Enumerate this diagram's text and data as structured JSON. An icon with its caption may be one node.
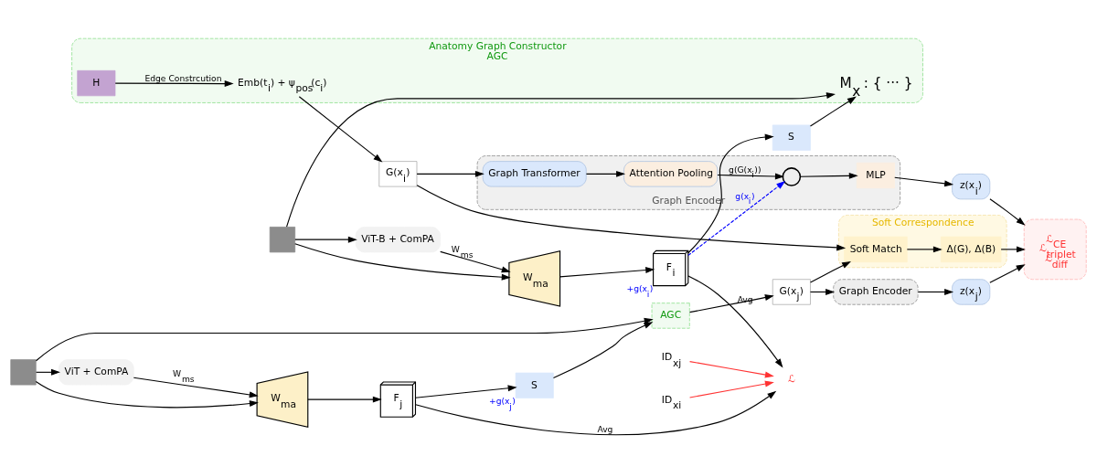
{
  "diagram": {
    "nodes": [
      {
        "text": [],
        "shape": "box"
      },
      {
        "text": [
          "W$_{ma}$"
        ]
      },
      {
        "text": [
          "F$_{i}$"
        ],
        "beside": [
          "+g(x$_{i}$)"
        ]
      },
      {
        "text": [
          "ViT-B + ComPA"
        ]
      },
      {
        "text": [
          "S"
        ]
      },
      {
        "text": [
          "Anatomy Graph Constructor",
          "AGC"
        ]
      },
      {
        "text": [
          "M$_{x}$ : { ··· }"
        ],
        "in": 5
      },
      {
        "text": [
          "H"
        ],
        "in": 5
      },
      {
        "text": [
          "Emb(t$_{i}$) + ψ$_{pos}$(c$_{i}$)"
        ],
        "in": 5
      },
      {
        "text": [
          "G(x$_{i}$)"
        ]
      },
      {
        "text": [
          "Graph Encoder"
        ]
      },
      {
        "text": [
          "MLP"
        ],
        "in": 10
      },
      {
        "text": [],
        "shape": "circle",
        "in": 10
      },
      {
        "text": [
          "Attention Pooling"
        ],
        "in": 10
      },
      {
        "text": [
          "Graph Transformer"
        ],
        "in": 10
      },
      {
        "text": [
          "z(x$_{i}$)"
        ]
      },
      {
        "text": [
          "ℒ$_{CE}$",
          "ℒ$_{triplet}$",
          "ℒ$_{diff}$"
        ]
      },
      {
        "text": [
          "ℒ"
        ]
      },
      {
        "text": [
          "ID$_{xi}$"
        ]
      },
      {
        "text": [
          "ID$_{xj}$"
        ]
      },
      {
        "text": [],
        "shape": "box"
      },
      {
        "text": [
          "ViT + ComPA"
        ]
      },
      {
        "text": [
          "W$_{ma}$"
        ]
      },
      {
        "text": [
          "F$_{j}$"
        ]
      },
      {
        "text": [
          "S"
        ],
        "beside": [
          "+g(x$_{j}$)"
        ]
      },
      {
        "text": [
          "AGC"
        ]
      },
      {
        "text": [
          "G(x$_{j}$)"
        ]
      },
      {
        "text": [
          "Soft Correspondence"
        ]
      },
      {
        "text": [
          "Soft Match"
        ],
        "in": 27
      },
      {
        "text": [
          "Δ(G), Δ(B)"
        ],
        "in": 27
      },
      {
        "text": [
          "Graph Encoder"
        ]
      },
      {
        "text": [
          "z(x$_{j}$)"
        ]
      }
    ],
    "edges": [
      {
        "from": 0,
        "to": 1,
        "arrow": "to"
      },
      {
        "from": 0,
        "to": 3,
        "arrow": "to"
      },
      {
        "from": 0,
        "to": 6,
        "arrow": "to"
      },
      {
        "from": 3,
        "to": 1,
        "arrow": "to",
        "label": "W$_{ms}$"
      },
      {
        "from": 1,
        "to": 2,
        "arrow": "to"
      },
      {
        "from": 2,
        "to": 4,
        "arrow": "to"
      },
      {
        "from": 2,
        "to": 17,
        "arrow": "to",
        "label": "Avg"
      },
      {
        "from": 2,
        "to": 12,
        "arrow": "to",
        "label": "g(x$_{i}$)",
        "style": "dashed",
        "color": "#0000ff"
      },
      {
        "from": 4,
        "to": 6,
        "arrow": "to"
      },
      {
        "from": 7,
        "to": 8,
        "arrow": "to",
        "label": "Edge Constrcution"
      },
      {
        "from": 8,
        "to": 9,
        "arrow": "to"
      },
      {
        "from": 9,
        "to": 14,
        "arrow": "to"
      },
      {
        "from": 14,
        "to": 13,
        "arrow": "to"
      },
      {
        "from": 13,
        "to": 12,
        "arrow": "to",
        "label": "g(G(x$_{i}$))"
      },
      {
        "from": 12,
        "to": 11,
        "arrow": "to"
      },
      {
        "from": 11,
        "to": 15,
        "arrow": "to"
      },
      {
        "from": 15,
        "to": 16,
        "arrow": "to"
      },
      {
        "from": 18,
        "to": 17,
        "arrow": "to",
        "color": "#ff3333"
      },
      {
        "from": 19,
        "to": 17,
        "arrow": "to",
        "color": "#ff3333"
      },
      {
        "from": 20,
        "to": 21,
        "arrow": "to"
      },
      {
        "from": 20,
        "to": 22,
        "arrow": "to"
      },
      {
        "from": 21,
        "to": 22,
        "arrow": "to",
        "label": "W$_{ms}$"
      },
      {
        "from": 22,
        "to": 23,
        "arrow": "to"
      },
      {
        "from": 23,
        "to": 17,
        "arrow": "to",
        "label": "Avg"
      },
      {
        "from": 23,
        "to": 24,
        "arrow": "to"
      },
      {
        "from": 24,
        "to": 25,
        "arrow": "to"
      },
      {
        "from": 20,
        "to": 25,
        "arrow": "to"
      },
      {
        "from": 25,
        "to": 26,
        "arrow": "to"
      },
      {
        "from": 9,
        "to": 28,
        "arrow": "to"
      },
      {
        "from": 26,
        "to": 28,
        "arrow": "to"
      },
      {
        "from": 28,
        "to": 29,
        "arrow": "to"
      },
      {
        "from": 29,
        "to": 16,
        "arrow": "to"
      },
      {
        "from": 26,
        "to": 30,
        "arrow": "to"
      },
      {
        "from": 30,
        "to": 31,
        "arrow": "to"
      },
      {
        "from": 31,
        "to": 16,
        "arrow": "to"
      }
    ]
  }
}
